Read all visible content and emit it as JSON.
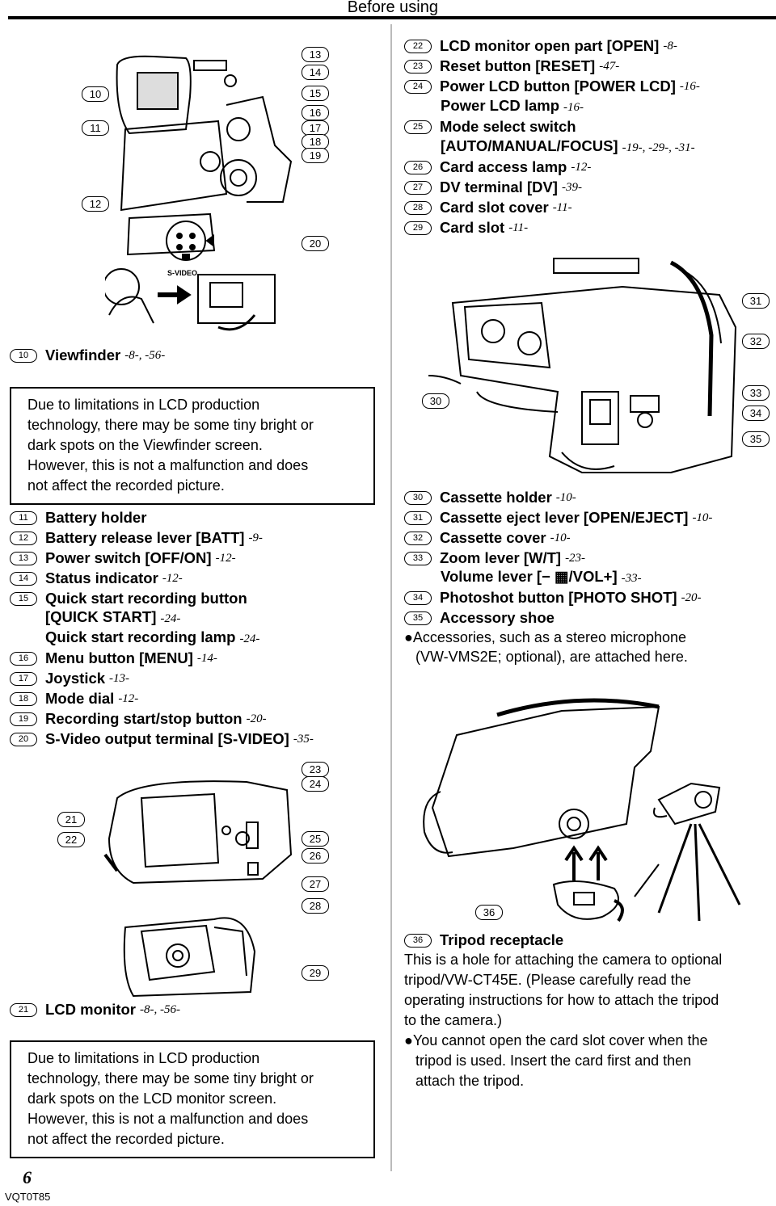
{
  "header": {
    "title": "Before using"
  },
  "figures": {
    "top_left": {
      "callouts": [
        "10",
        "11",
        "12",
        "13",
        "14",
        "15",
        "16",
        "17",
        "18",
        "19",
        "20"
      ],
      "svideo_label": "S-VIDEO"
    },
    "top_right": {
      "callouts": [
        "31",
        "32",
        "33",
        "34",
        "35",
        "30"
      ]
    },
    "bottom_left": {
      "callouts": [
        "21",
        "22",
        "23",
        "24",
        "25",
        "26",
        "27",
        "28",
        "29"
      ]
    },
    "bottom_right": {
      "callouts": [
        "36"
      ]
    }
  },
  "right_top_items": [
    {
      "num": "22",
      "text": "LCD monitor open part [OPEN]",
      "ref": "-8-"
    },
    {
      "num": "23",
      "text": "Reset button [RESET]",
      "ref": "-47-"
    },
    {
      "num": "24",
      "text": "Power LCD button [POWER LCD]",
      "ref": "-16-"
    },
    {
      "num": "",
      "text": "Power LCD lamp",
      "ref": "-16-"
    },
    {
      "num": "25",
      "text": "Mode select switch",
      "ref": ""
    },
    {
      "num": "",
      "text": "[AUTO/MANUAL/FOCUS]",
      "ref": "-19-, -29-, -31-"
    },
    {
      "num": "26",
      "text": "Card access lamp",
      "ref": "-12-"
    },
    {
      "num": "27",
      "text": "DV terminal [DV]",
      "ref": "-39-"
    },
    {
      "num": "28",
      "text": "Card slot cover",
      "ref": "-11-"
    },
    {
      "num": "29",
      "text": "Card slot",
      "ref": "-11-"
    }
  ],
  "viewfinder": {
    "num": "10",
    "text": "Viewfinder",
    "ref": "-8-, -56-"
  },
  "note1": [
    "Due to limitations in LCD production",
    "technology, there may be some tiny bright or",
    "dark spots on the Viewfinder screen.",
    "However, this is not a malfunction and does",
    "not affect the recorded picture."
  ],
  "left_items": [
    {
      "num": "11",
      "text": "Battery holder",
      "ref": ""
    },
    {
      "num": "12",
      "text": "Battery release lever [BATT]",
      "ref": "-9-"
    },
    {
      "num": "13",
      "text": "Power switch [OFF/ON]",
      "ref": "-12-"
    },
    {
      "num": "14",
      "text": "Status indicator",
      "ref": "-12-"
    },
    {
      "num": "15",
      "text": "Quick start recording button",
      "ref": ""
    },
    {
      "num": "",
      "text": "[QUICK START]",
      "ref": "-24-"
    },
    {
      "num": "",
      "text": "Quick start recording lamp",
      "ref": "-24-"
    },
    {
      "num": "16",
      "text": "Menu button [MENU]",
      "ref": "-14-"
    },
    {
      "num": "17",
      "text": "Joystick",
      "ref": "-13-"
    },
    {
      "num": "18",
      "text": "Mode dial",
      "ref": "-12-"
    },
    {
      "num": "19",
      "text": "Recording start/stop button",
      "ref": "-20-"
    },
    {
      "num": "20",
      "text": "S-Video output terminal [S-VIDEO]",
      "ref": "-35-"
    }
  ],
  "right_mid_items": [
    {
      "num": "30",
      "text": "Cassette holder",
      "ref": "-10-"
    },
    {
      "num": "31",
      "text": "Cassette eject lever [OPEN/EJECT]",
      "ref": "-10-"
    },
    {
      "num": "32",
      "text": "Cassette cover",
      "ref": "-10-"
    },
    {
      "num": "33",
      "text": "Zoom lever [W/T]",
      "ref": "-23-"
    },
    {
      "num": "",
      "text": "Volume lever [− ▦/VOL+]",
      "ref": "-33-"
    },
    {
      "num": "34",
      "text": "Photoshot button [PHOTO SHOT]",
      "ref": "-20-"
    },
    {
      "num": "35",
      "text": "Accessory shoe",
      "ref": ""
    }
  ],
  "accessory_note": [
    "●Accessories, such as a stereo microphone",
    "(VW-VMS2E; optional), are attached here."
  ],
  "lcd_monitor": {
    "num": "21",
    "text": "LCD monitor",
    "ref": "-8-, -56-"
  },
  "note2": [
    "Due to limitations in LCD production",
    "technology, there may be some tiny bright or",
    "dark spots on the LCD monitor screen.",
    "However, this is not a malfunction and does",
    "not affect the recorded picture."
  ],
  "tripod": {
    "num": "36",
    "text": "Tripod receptacle",
    "body": [
      "This is a hole for attaching the camera to optional",
      "tripod/VW-CT45E. (Please carefully read the",
      "operating instructions for how to attach the tripod",
      "to the camera.)"
    ],
    "bullet": [
      "●You cannot open the card slot cover when the",
      "tripod is used. Insert the card first and then",
      "attach the tripod."
    ]
  },
  "footer": {
    "page": "6",
    "model": "VQT0T85"
  }
}
